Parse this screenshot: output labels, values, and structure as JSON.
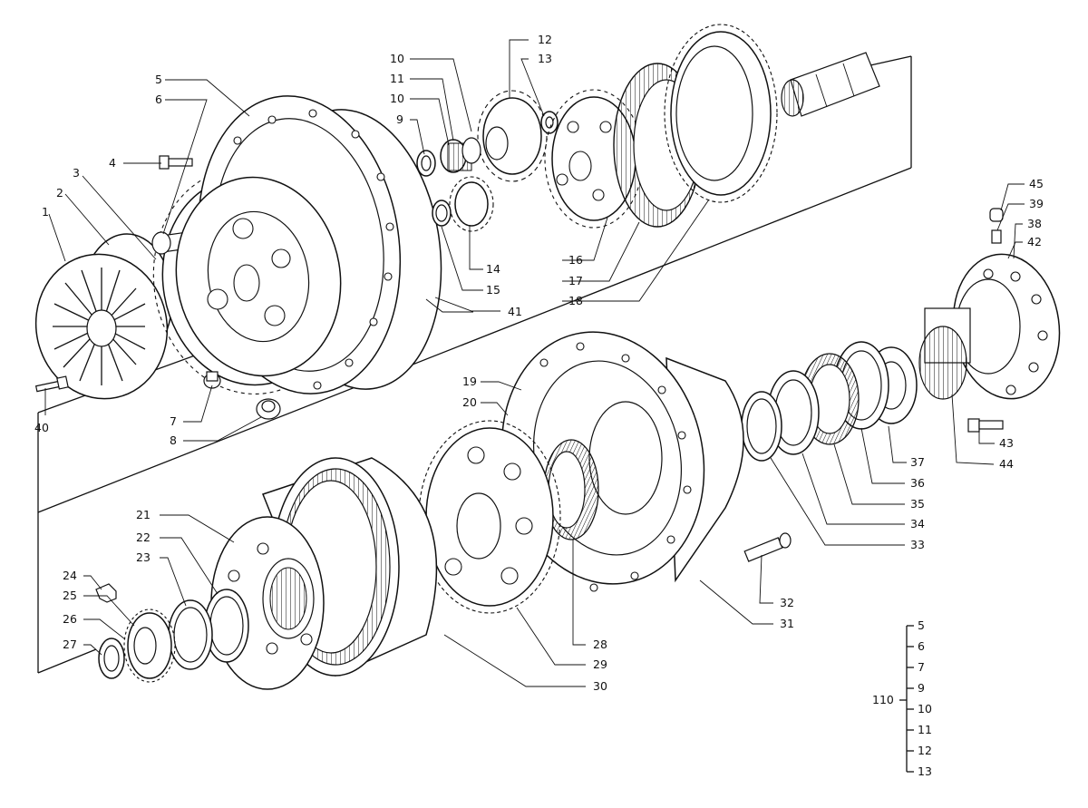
{
  "labels": [
    "1",
    "2",
    "3",
    "4",
    "5",
    "6",
    "7",
    "8",
    "9",
    "10",
    "10",
    "11",
    "12",
    "13",
    "14",
    "15",
    "16",
    "17",
    "18",
    "19",
    "20",
    "21",
    "22",
    "23",
    "24",
    "25",
    "26",
    "27",
    "28",
    "29",
    "30",
    "31",
    "32",
    "33",
    "34",
    "35",
    "36",
    "37",
    "38",
    "39",
    "40",
    "41",
    "42",
    "43",
    "44",
    "45"
  ],
  "group": {
    "number": "110",
    "items": [
      "5",
      "6",
      "7",
      "9",
      "10",
      "11",
      "12",
      "13"
    ]
  }
}
